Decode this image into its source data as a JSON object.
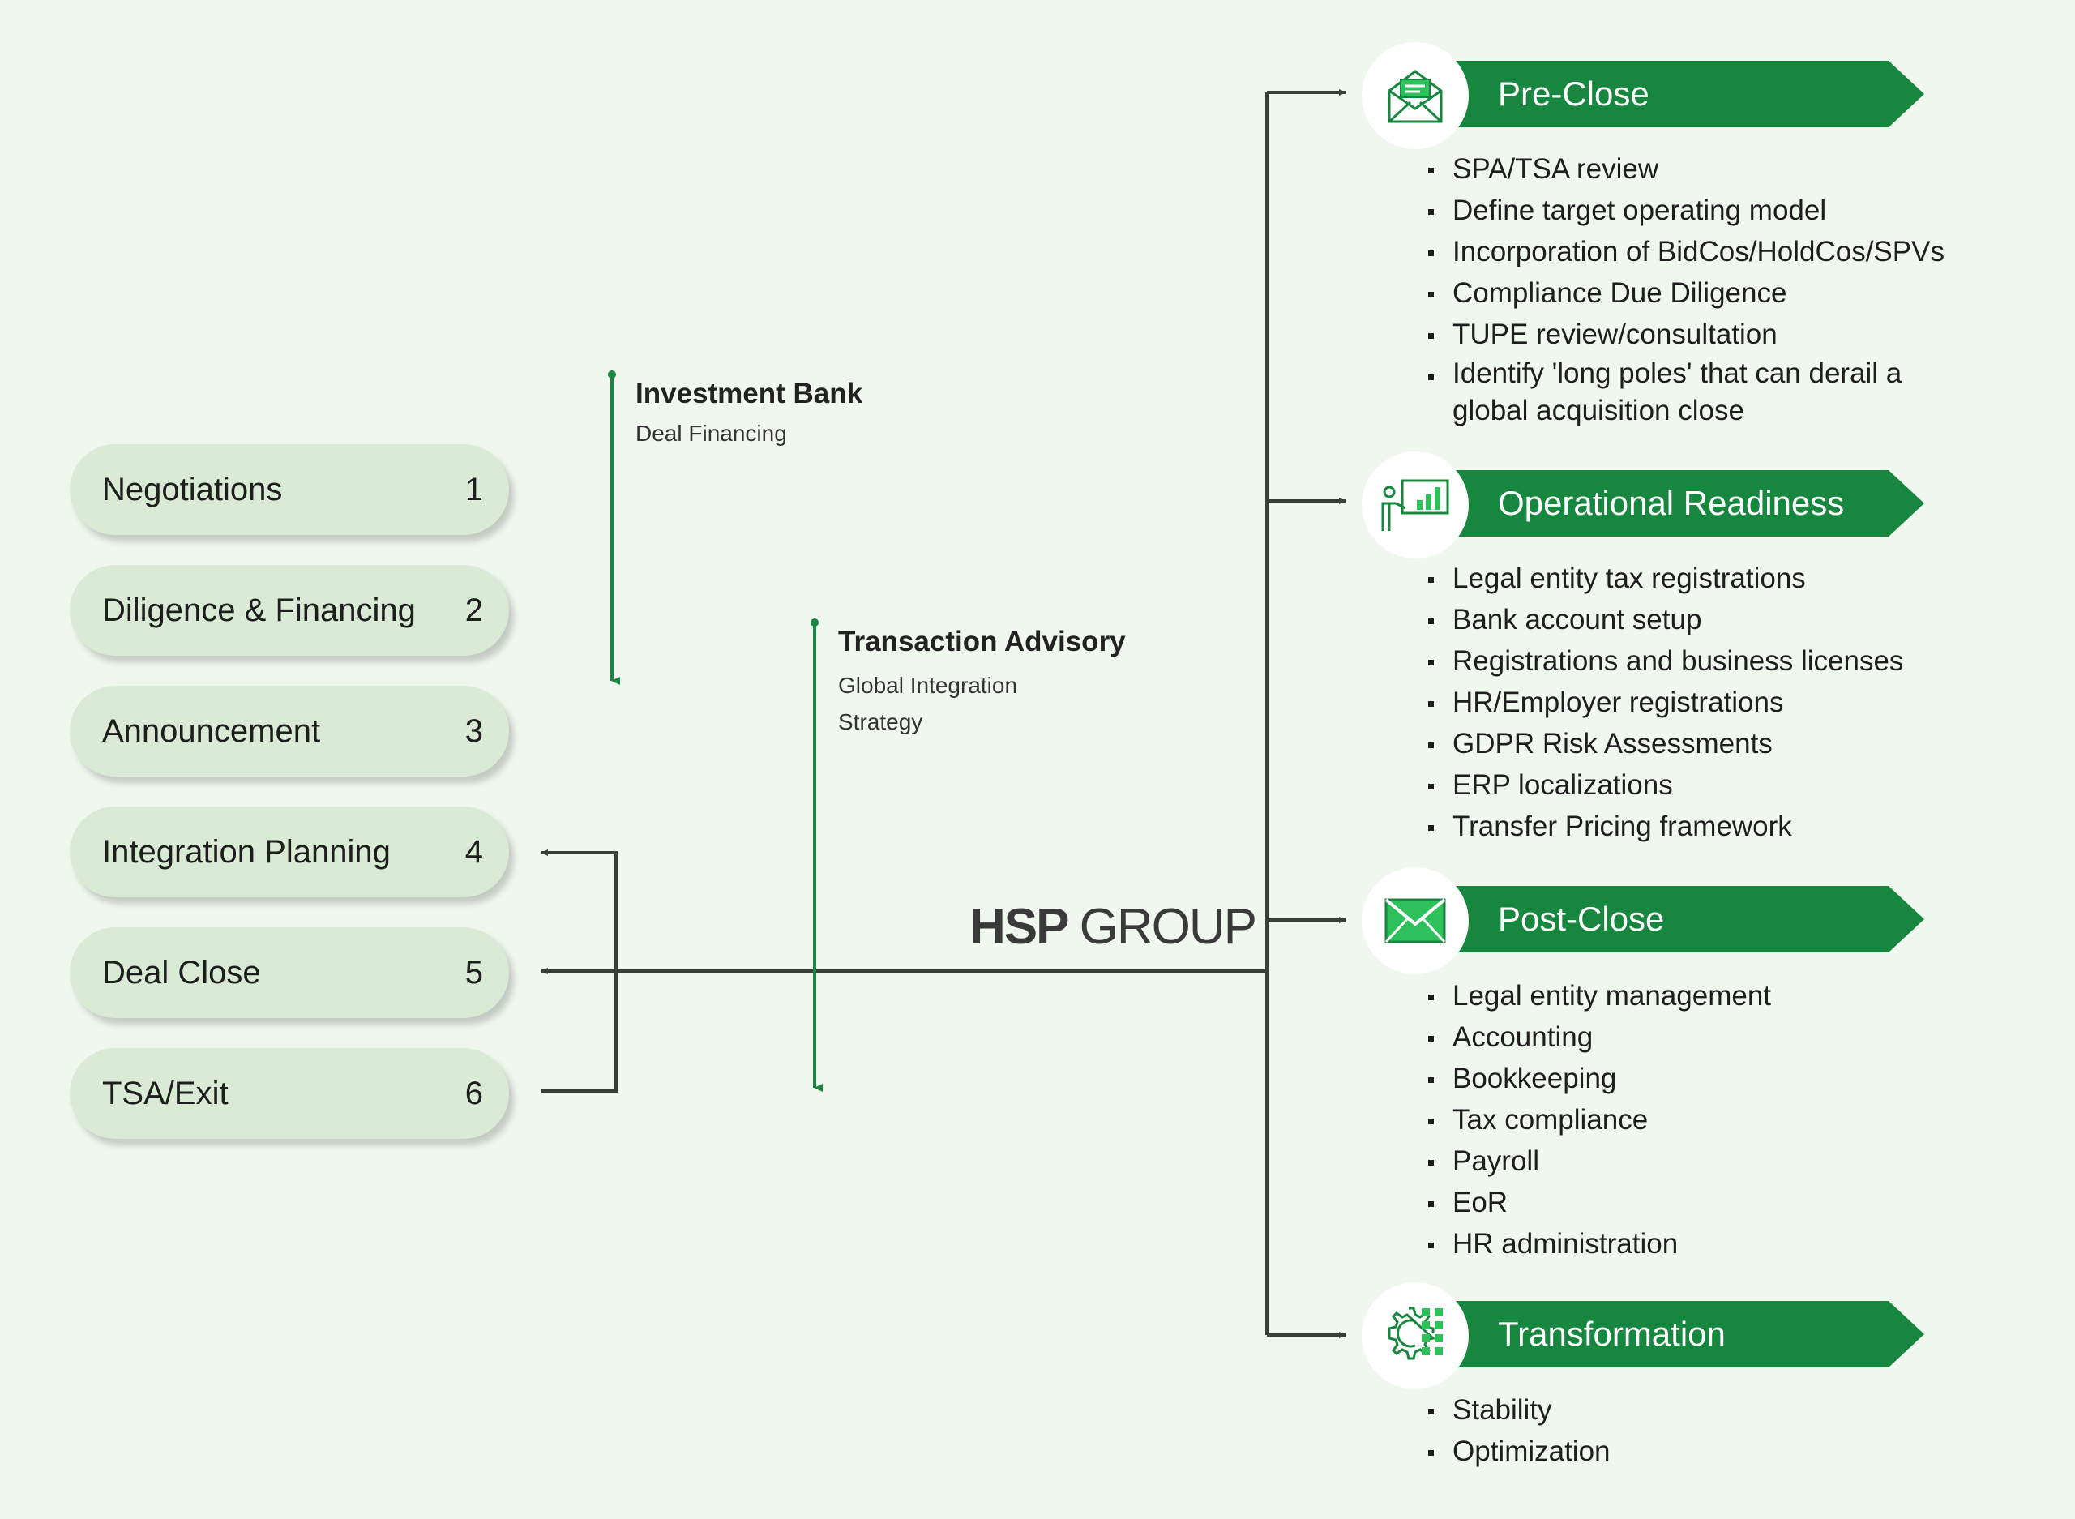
{
  "stages": [
    {
      "label": "Negotiations",
      "num": "1"
    },
    {
      "label": "Diligence & Financing",
      "num": "2"
    },
    {
      "label": "Announcement",
      "num": "3"
    },
    {
      "label": "Integration Planning",
      "num": "4"
    },
    {
      "label": "Deal Close",
      "num": "5"
    },
    {
      "label": "TSA/Exit",
      "num": "6"
    }
  ],
  "advisors": [
    {
      "title": "Investment Bank",
      "subtitle": "Deal Financing"
    },
    {
      "title": "Transaction Advisory",
      "subtitle_line1": "Global Integration",
      "subtitle_line2": "Strategy"
    }
  ],
  "logo": {
    "part1": "HSP",
    "part2": "GROUP"
  },
  "phases": [
    {
      "title": "Pre-Close",
      "icon": "envelope-open-icon",
      "items": [
        "SPA/TSA review",
        "Define target operating model",
        "Incorporation of BidCos/HoldCos/SPVs",
        "Compliance Due Diligence",
        "TUPE review/consultation",
        "Identify 'long poles' that can derail a global acquisition close"
      ]
    },
    {
      "title": "Operational Readiness",
      "icon": "presentation-chart-icon",
      "items": [
        "Legal entity tax registrations",
        "Bank account setup",
        "Registrations and business licenses",
        "HR/Employer registrations",
        "GDPR Risk Assessments",
        "ERP localizations",
        "Transfer Pricing framework"
      ]
    },
    {
      "title": "Post-Close",
      "icon": "envelope-icon",
      "items": [
        "Legal entity management",
        "Accounting",
        "Bookkeeping",
        "Tax compliance",
        "Payroll",
        "EoR",
        "HR administration"
      ]
    },
    {
      "title": "Transformation",
      "icon": "gear-grid-icon",
      "items": [
        "Stability",
        "Optimization"
      ]
    }
  ],
  "colors": {
    "background": "#f0f7ef",
    "pill": "#d9ead5",
    "accent": "#17873f",
    "connector": "#3a3f3a"
  }
}
